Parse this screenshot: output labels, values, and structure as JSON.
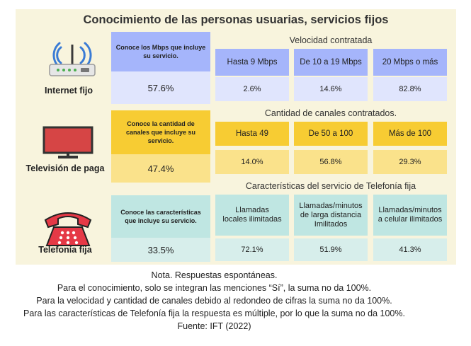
{
  "title": "Conocimiento de las personas usuarias, servicios fijos",
  "colors": {
    "internet_head": "#a5b5fb",
    "internet_val": "#e0e5fd",
    "tv_head": "#f7cc33",
    "tv_val": "#fae28b",
    "tel_head": "#bfe6e2",
    "tel_val": "#d7eeeb",
    "panel_bg": "#f8f4dd"
  },
  "icons": {
    "internet": "router-icon",
    "tv": "television-icon",
    "tel": "telephone-icon"
  },
  "chart_data": {
    "type": "table",
    "title": "Conocimiento de las personas usuarias, servicios fijos",
    "rows": [
      {
        "service": "Internet fijo",
        "knowledge_label": "Conoce los Mbps que incluye su servicio.",
        "knowledge_value": "57.6%",
        "section_title": "Velocidad contratada",
        "categories": [
          "Hasta 9 Mbps",
          "De 10 a 19 Mbps",
          "20 Mbps o más"
        ],
        "values": [
          "2.6%",
          "14.6%",
          "82.8%"
        ]
      },
      {
        "service": "Televisión de paga",
        "knowledge_label": "Conoce la cantidad de canales que incluye su servicio.",
        "knowledge_value": "47.4%",
        "section_title": "Cantidad de canales contratados.",
        "categories": [
          "Hasta 49",
          "De 50 a 100",
          "Más de 100"
        ],
        "values": [
          "14.0%",
          "56.8%",
          "29.3%"
        ]
      },
      {
        "service": "Telefonía fija",
        "knowledge_label": "Conoce las características que incluye su servicio.",
        "knowledge_value": "33.5%",
        "section_title": "Características del servicio de Telefonía fija",
        "categories": [
          "Llamadas locales ilimitadas",
          "Llamadas/minutos de larga distancia Imilitados",
          "Llamadas/minutos a celular ilimitados"
        ],
        "values": [
          "72.1%",
          "51.9%",
          "41.3%"
        ]
      }
    ]
  },
  "notes": [
    "Nota. Respuestas espontáneas.",
    "Para el conocimiento, solo se integran las menciones “Sí”, la suma no da 100%.",
    "Para la velocidad y cantidad de canales debido al redondeo de cifras la suma no da 100%.",
    "Para las características de Telefonía fija la respuesta es múltiple, por lo que la suma no da 100%.",
    "Fuente: IFT (2022)"
  ]
}
